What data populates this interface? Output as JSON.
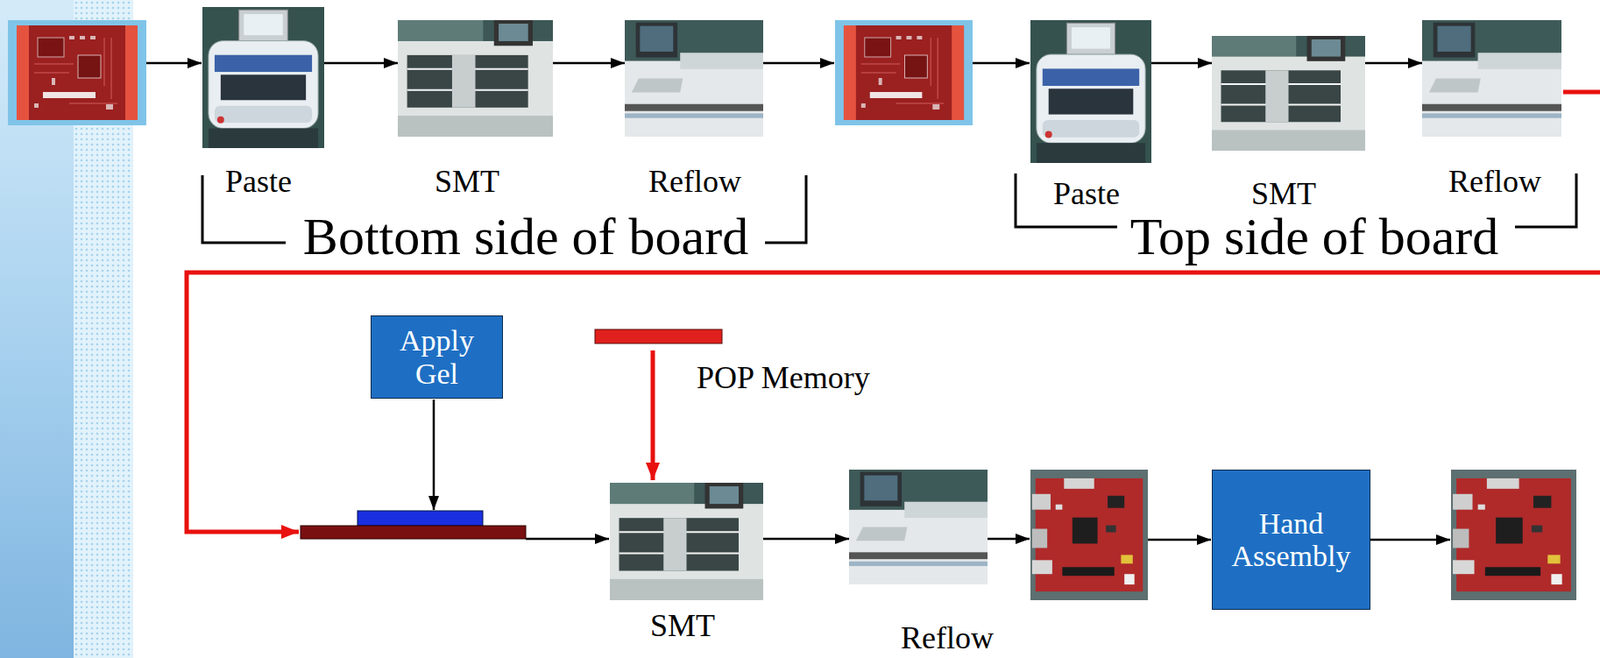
{
  "diagram": {
    "nodes": [
      {
        "text": [
          "Paste"
        ]
      },
      {
        "text": [
          "SMT"
        ]
      },
      {
        "text": [
          "Reflow"
        ]
      },
      {
        "text": [
          "Paste"
        ]
      },
      {
        "text": [
          "SMT"
        ]
      },
      {
        "text": [
          "Reflow"
        ]
      },
      {
        "text": [
          "Apply Gel"
        ]
      },
      {
        "text": [
          "SMT"
        ]
      },
      {
        "text": [
          "Reflow"
        ]
      },
      {
        "text": [
          "Hand Assembly"
        ]
      }
    ],
    "edges": [
      {
        "from": 0,
        "to": 1,
        "arrow": "to"
      },
      {
        "from": 1,
        "to": 2,
        "arrow": "to"
      },
      {
        "from": 3,
        "to": 4,
        "arrow": "to"
      },
      {
        "from": 4,
        "to": 5,
        "arrow": "to"
      },
      {
        "from": 7,
        "to": 8,
        "arrow": "to"
      }
    ],
    "labels": [
      "Bottom side of board",
      "Top side of board",
      "POP Memory"
    ]
  }
}
